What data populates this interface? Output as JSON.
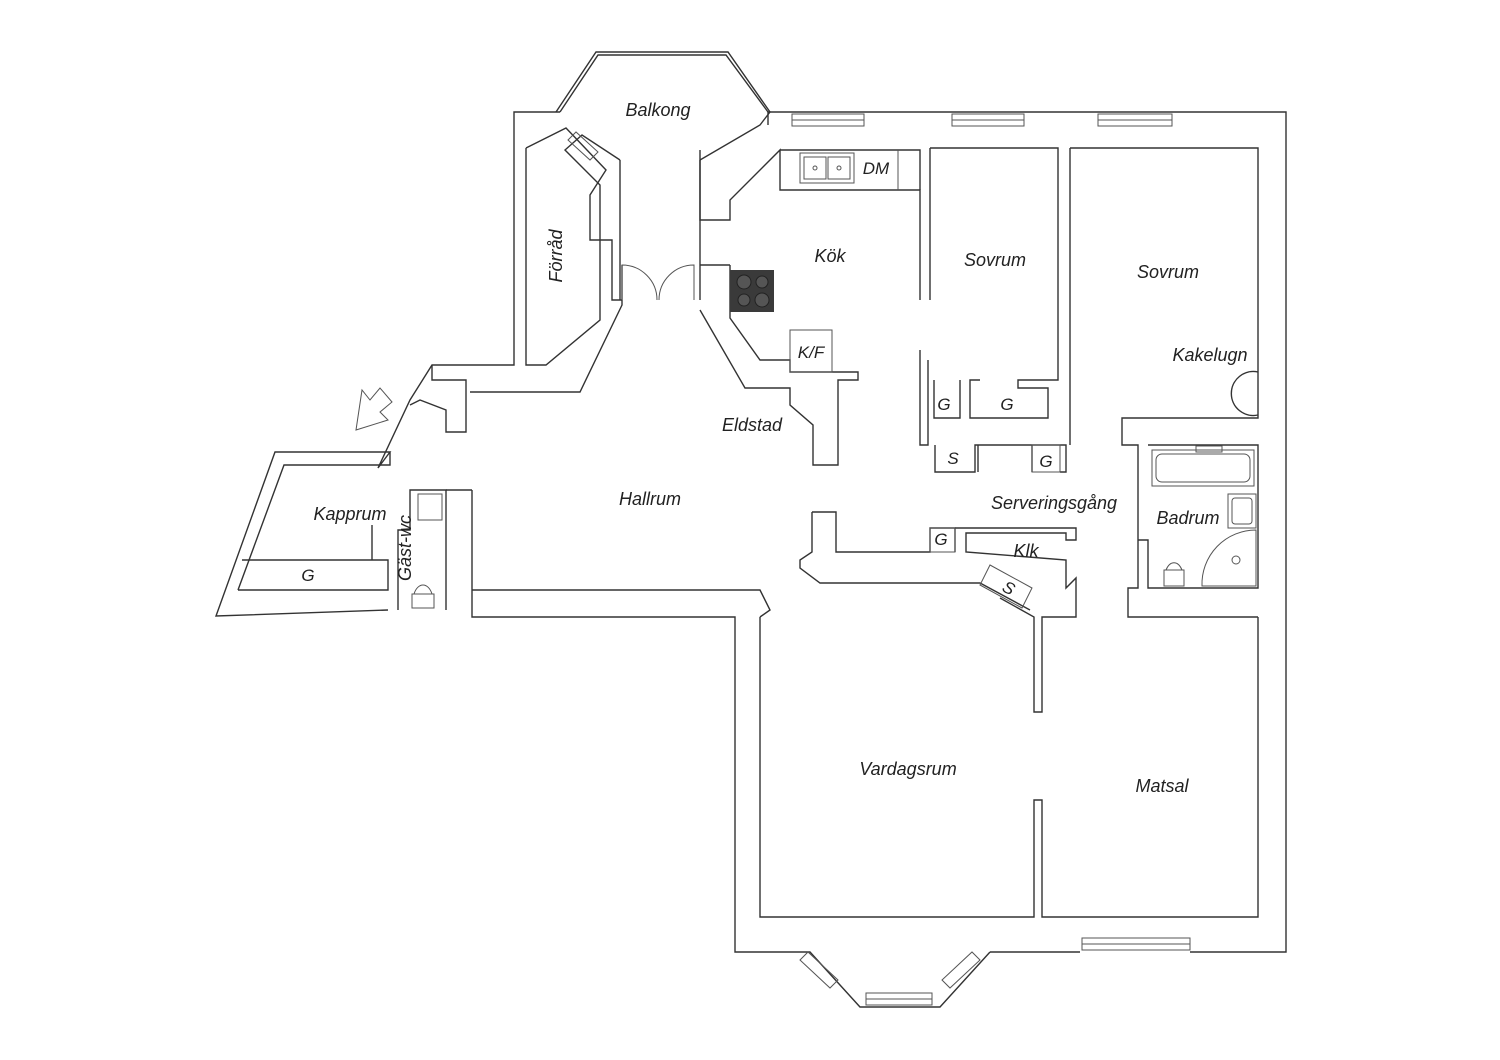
{
  "floorplan": {
    "rooms": {
      "balkong": "Balkong",
      "forrad": "Förråd",
      "kok": "Kök",
      "sovrum1": "Sovrum",
      "sovrum2": "Sovrum",
      "kakelugn": "Kakelugn",
      "eldstad": "Eldstad",
      "hallrum": "Hallrum",
      "kapprum": "Kapprum",
      "gastwc": "Gäst-wc",
      "serveringsgang": "Serveringsgång",
      "badrum": "Badrum",
      "klk": "Klk",
      "vardagsrum": "Vardagsrum",
      "matsal": "Matsal"
    },
    "fixtures": {
      "dm": "DM",
      "kf": "K/F",
      "g": "G",
      "s": "S"
    },
    "colors": {
      "wall": "#333333",
      "background": "#ffffff",
      "stove": "#3a3a3a"
    }
  }
}
